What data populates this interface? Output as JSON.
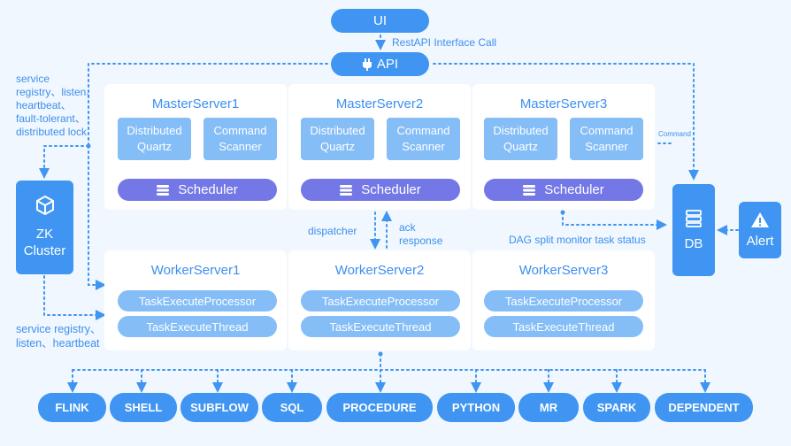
{
  "ui_label": "UI",
  "restapi_label": "RestAPI Interface Call",
  "api_label": "API",
  "left_note_top": [
    "service",
    "registry、listen、",
    "heartbeat、",
    "fault-tolerant、",
    "distributed lock"
  ],
  "left_note_bottom": [
    "service registry、",
    "listen、heartbeat"
  ],
  "zk_label": [
    "ZK",
    "Cluster"
  ],
  "masters": [
    {
      "title": "MasterServer1",
      "quartz": [
        "Distributed",
        "Quartz"
      ],
      "scanner": [
        "Command",
        "Scanner"
      ],
      "scheduler": "Scheduler"
    },
    {
      "title": "MasterServer2",
      "quartz": [
        "Distributed",
        "Quartz"
      ],
      "scanner": [
        "Command",
        "Scanner"
      ],
      "scheduler": "Scheduler"
    },
    {
      "title": "MasterServer3",
      "quartz": [
        "Distributed",
        "Quartz"
      ],
      "scanner": [
        "Command",
        "Scanner"
      ],
      "scheduler": "Scheduler"
    }
  ],
  "workers": [
    {
      "title": "WorkerServer1",
      "processor": "TaskExecuteProcessor",
      "thread": "TaskExecuteThread"
    },
    {
      "title": "WorkerServer2",
      "processor": "TaskExecuteProcessor",
      "thread": "TaskExecuteThread"
    },
    {
      "title": "WorkerServer3",
      "processor": "TaskExecuteProcessor",
      "thread": "TaskExecuteThread"
    }
  ],
  "dispatcher_label": "dispatcher",
  "ack_label": [
    "ack",
    "response"
  ],
  "command_label": "Command",
  "dag_label": "DAG split monitor task status",
  "db_label": "DB",
  "alert_label": "Alert",
  "task_types": [
    "FLINK",
    "SHELL",
    "SUBFLOW",
    "SQL",
    "PROCEDURE",
    "PYTHON",
    "MR",
    "SPARK",
    "DEPENDENT"
  ],
  "icons": {
    "api": "plug-icon",
    "zk": "cube-icon",
    "db": "database-icon",
    "alert": "warning-icon",
    "scheduler": "stack-icon"
  },
  "colors": {
    "primary": "#3f95f1",
    "light": "#85bdf7",
    "scheduler": "#7477e6",
    "background": "#f1f7fe"
  }
}
